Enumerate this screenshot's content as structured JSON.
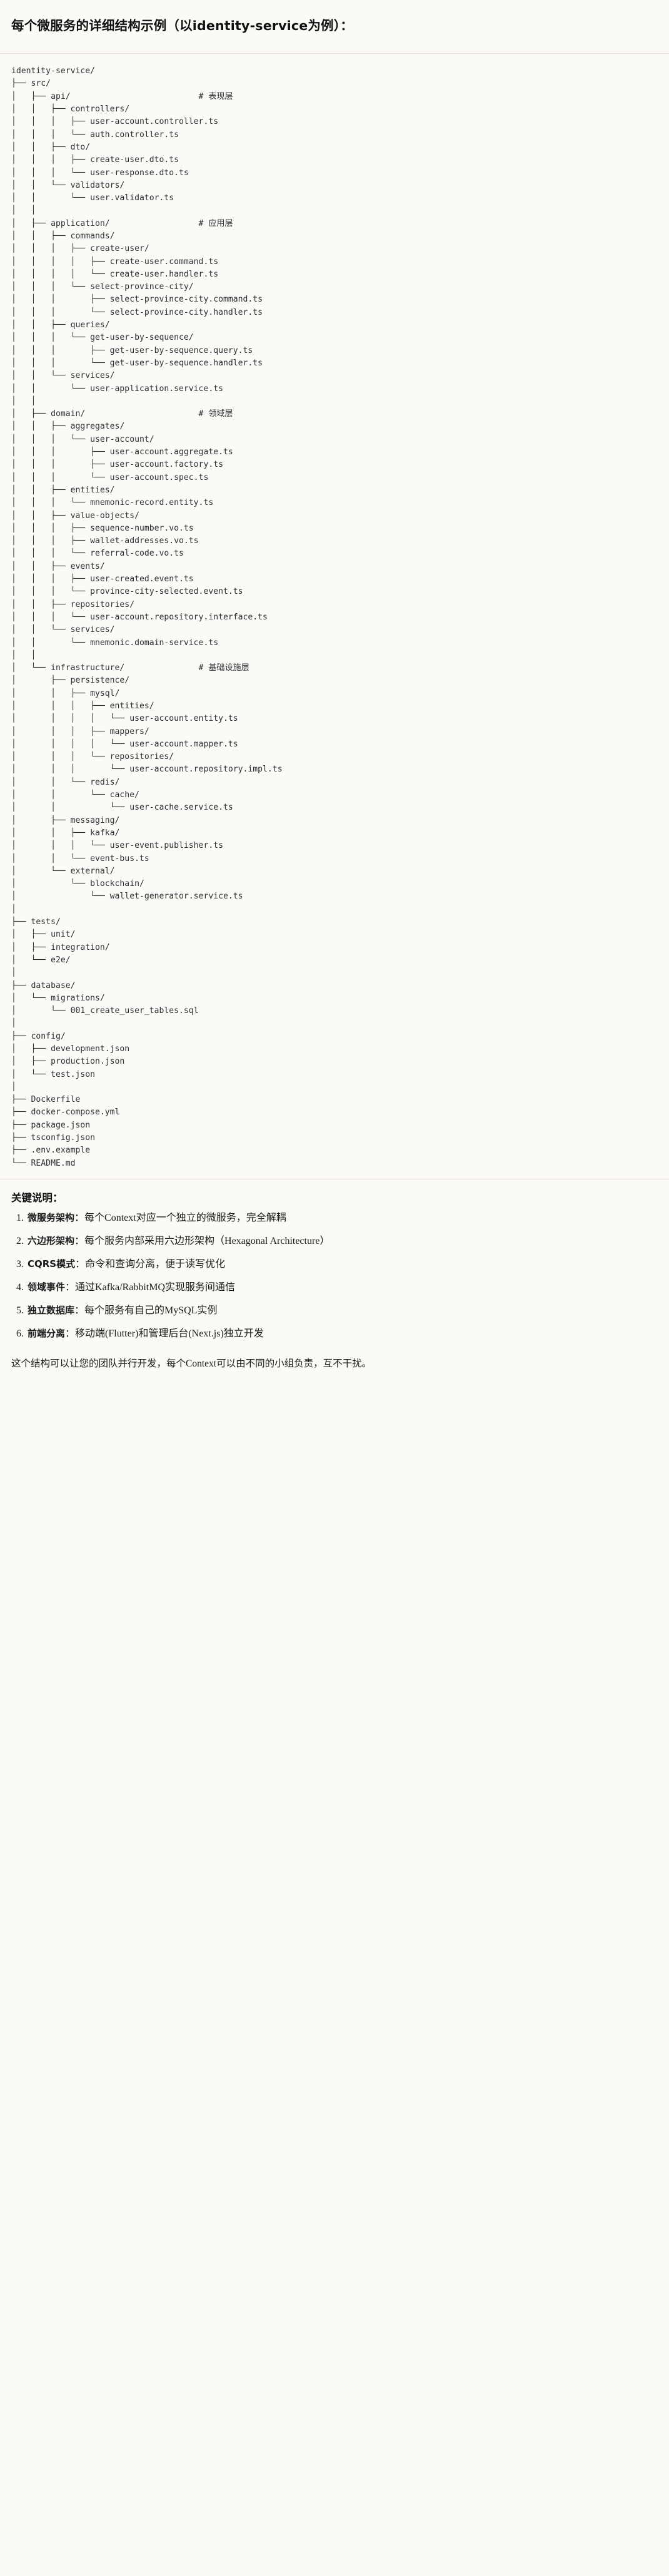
{
  "heading": "每个微服务的详细结构示例（以identity-service为例）：",
  "tree": {
    "root_label": "identity-service/",
    "text": "identity-service/\n├── src/\n│   ├── api/                          # 表现层\n│   │   ├── controllers/\n│   │   │   ├── user-account.controller.ts\n│   │   │   └── auth.controller.ts\n│   │   ├── dto/\n│   │   │   ├── create-user.dto.ts\n│   │   │   └── user-response.dto.ts\n│   │   └── validators/\n│   │       └── user.validator.ts\n│   │\n│   ├── application/                  # 应用层\n│   │   ├── commands/\n│   │   │   ├── create-user/\n│   │   │   │   ├── create-user.command.ts\n│   │   │   │   └── create-user.handler.ts\n│   │   │   └── select-province-city/\n│   │   │       ├── select-province-city.command.ts\n│   │   │       └── select-province-city.handler.ts\n│   │   ├── queries/\n│   │   │   └── get-user-by-sequence/\n│   │   │       ├── get-user-by-sequence.query.ts\n│   │   │       └── get-user-by-sequence.handler.ts\n│   │   └── services/\n│   │       └── user-application.service.ts\n│   │\n│   ├── domain/                       # 领域层\n│   │   ├── aggregates/\n│   │   │   └── user-account/\n│   │   │       ├── user-account.aggregate.ts\n│   │   │       ├── user-account.factory.ts\n│   │   │       └── user-account.spec.ts\n│   │   ├── entities/\n│   │   │   └── mnemonic-record.entity.ts\n│   │   ├── value-objects/\n│   │   │   ├── sequence-number.vo.ts\n│   │   │   ├── wallet-addresses.vo.ts\n│   │   │   └── referral-code.vo.ts\n│   │   ├── events/\n│   │   │   ├── user-created.event.ts\n│   │   │   └── province-city-selected.event.ts\n│   │   ├── repositories/\n│   │   │   └── user-account.repository.interface.ts\n│   │   └── services/\n│   │       └── mnemonic.domain-service.ts\n│   │\n│   └── infrastructure/               # 基础设施层\n│       ├── persistence/\n│       │   ├── mysql/\n│       │   │   ├── entities/\n│       │   │   │   └── user-account.entity.ts\n│       │   │   ├── mappers/\n│       │   │   │   └── user-account.mapper.ts\n│       │   │   └── repositories/\n│       │   │       └── user-account.repository.impl.ts\n│       │   └── redis/\n│       │       └── cache/\n│       │           └── user-cache.service.ts\n│       ├── messaging/\n│       │   ├── kafka/\n│       │   │   └── user-event.publisher.ts\n│       │   └── event-bus.ts\n│       └── external/\n│           └── blockchain/\n│               └── wallet-generator.service.ts\n│\n├── tests/\n│   ├── unit/\n│   ├── integration/\n│   └── e2e/\n│\n├── database/\n│   └── migrations/\n│       └── 001_create_user_tables.sql\n│\n├── config/\n│   ├── development.json\n│   ├── production.json\n│   └── test.json\n│\n├── Dockerfile\n├── docker-compose.yml\n├── package.json\n├── tsconfig.json\n├── .env.example\n└── README.md",
    "layer_comments": [
      {
        "path": "src/api/",
        "comment": "# 表现层"
      },
      {
        "path": "src/application/",
        "comment": "# 应用层"
      },
      {
        "path": "src/domain/",
        "comment": "# 领域层"
      },
      {
        "path": "src/infrastructure/",
        "comment": "# 基础设施层"
      }
    ]
  },
  "notes": {
    "title": "关键说明：",
    "items": [
      {
        "term": "微服务架构",
        "sep": "：",
        "desc": "每个Context对应一个独立的微服务，完全解耦"
      },
      {
        "term": "六边形架构",
        "sep": "：",
        "desc": "每个服务内部采用六边形架构（Hexagonal Architecture）"
      },
      {
        "term": "CQRS模式",
        "sep": "：",
        "desc": "命令和查询分离，便于读写优化"
      },
      {
        "term": "领域事件",
        "sep": "：",
        "desc": "通过Kafka/RabbitMQ实现服务间通信"
      },
      {
        "term": "独立数据库",
        "sep": "：",
        "desc": "每个服务有自己的MySQL实例"
      },
      {
        "term": "前端分离",
        "sep": "：",
        "desc": "移动端(Flutter)和管理后台(Next.js)独立开发"
      }
    ]
  },
  "closing": "这个结构可以让您的团队并行开发，每个Context可以由不同的小组负责，互不干扰。"
}
